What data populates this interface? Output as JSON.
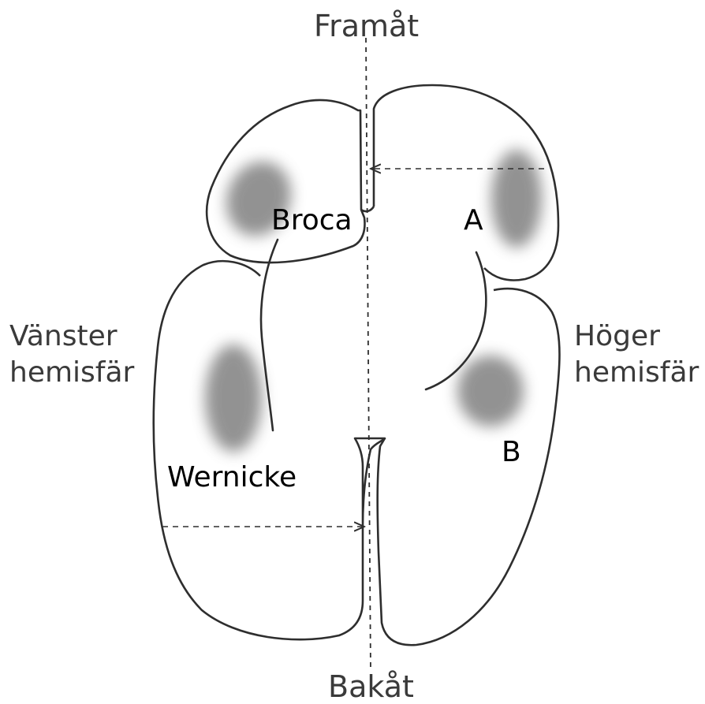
{
  "labels": {
    "forward": "Framåt",
    "backward": "Bakåt",
    "left_line1": "Vänster",
    "left_line2": "hemisfär",
    "right_line1": "Höger",
    "right_line2": "hemisfär",
    "broca": "Broca",
    "wernicke": "Wernicke",
    "marker_a": "A",
    "marker_b": "B"
  },
  "colors": {
    "outline": "#2e2e2e",
    "text": "#000000",
    "direction_text": "#3a3a3a",
    "shading": "#6e6e6e"
  }
}
